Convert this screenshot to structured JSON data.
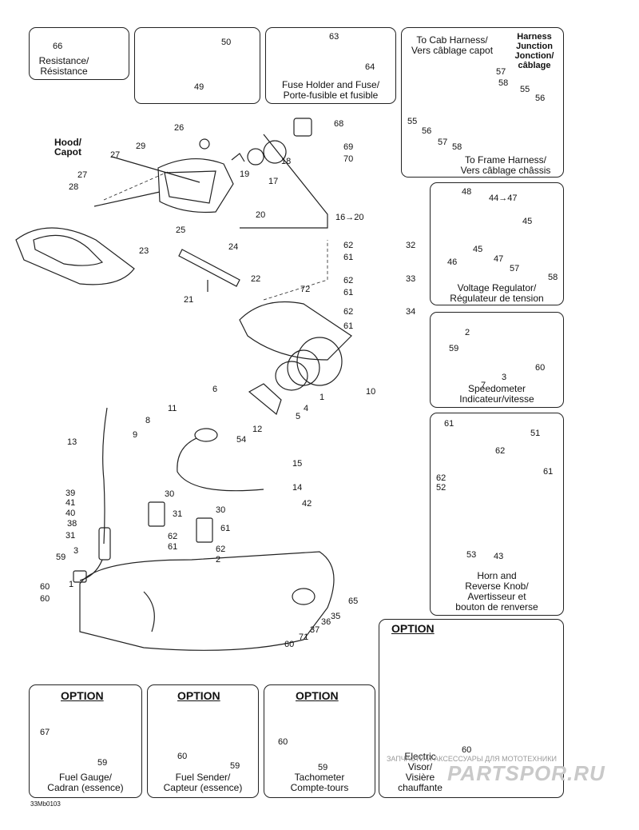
{
  "caption_boxes": {
    "resistance": "Resistance/\nRésistance",
    "fuse": "Fuse Holder and Fuse/\nPorte-fusible et fusible",
    "cab_harness": "To Cab Harness/\nVers câblage capot",
    "harness_junction": "Harness\nJunction\nJonction/\ncâblage",
    "frame_harness": "To Frame Harness/\nVers câblage châssis",
    "voltage_regulator": "Voltage Regulator/\nRégulateur de tension",
    "speedometer": "Speedometer\nIndicateur/vitesse",
    "horn": "Horn and\nReverse Knob/\nAvertisseur et\nbouton de renverse",
    "fuel_gauge": "Fuel Gauge/\nCadran (essence)",
    "fuel_sender": "Fuel Sender/\nCapteur (essence)",
    "tachometer": "Tachometer\nCompte-tours",
    "electric_visor": "Electric\nVisor/\nVisière\nchauffante",
    "hood": "Hood/\nCapot"
  },
  "option_label": "OPTION",
  "drawing_code": "33Mb0103",
  "watermark": {
    "line1": "ЗАПЧАСТИ И АКСЕССУАРЫ ДЛЯ МОТОТЕХНИКИ",
    "line2": "PARTSPOR.RU"
  },
  "colors": {
    "line": "#222222",
    "watermark": "#b0b0b0"
  },
  "callouts": [
    "66",
    "50",
    "49",
    "63",
    "64",
    "57",
    "58",
    "55",
    "56",
    "55",
    "56",
    "57",
    "58",
    "26",
    "68",
    "69",
    "70",
    "29",
    "27",
    "27",
    "28",
    "19",
    "18",
    "17",
    "20",
    "16→20",
    "48",
    "44→47",
    "45",
    "45",
    "46",
    "47",
    "57",
    "58",
    "25",
    "24",
    "23",
    "22",
    "21",
    "62",
    "32",
    "61",
    "62",
    "33",
    "61",
    "62",
    "34",
    "61",
    "72",
    "2",
    "59",
    "3",
    "1",
    "60",
    "7",
    "6",
    "5",
    "4",
    "1",
    "10",
    "11",
    "8",
    "12",
    "9",
    "54",
    "61",
    "51",
    "62",
    "61",
    "62",
    "52",
    "53",
    "43",
    "13",
    "15",
    "14",
    "42",
    "39",
    "41",
    "40",
    "38",
    "31",
    "30",
    "31",
    "30",
    "61",
    "62",
    "61",
    "62",
    "2",
    "3",
    "59",
    "60",
    "60",
    "65",
    "35",
    "36",
    "37",
    "71",
    "60",
    "67",
    "59",
    "60",
    "59",
    "60",
    "59",
    "60"
  ]
}
